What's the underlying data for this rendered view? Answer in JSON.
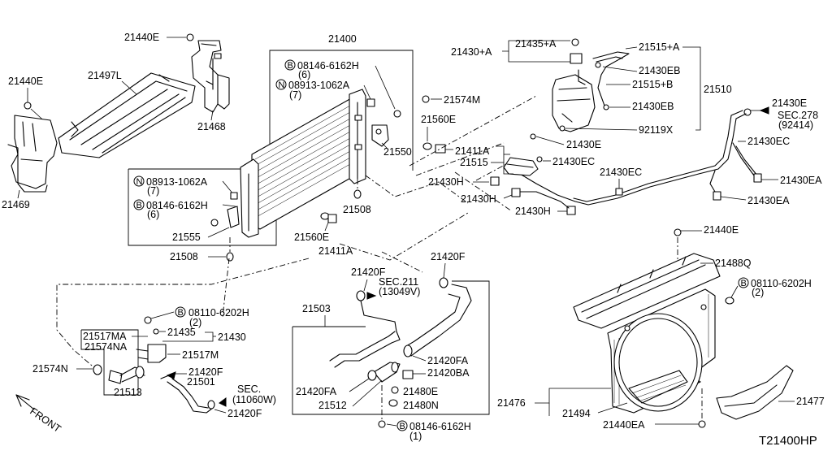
{
  "diagram_code": "T21400HP",
  "front_label": "FRONT",
  "callouts": {
    "c21440E_a": "21440E",
    "c21440E_b": "21440E",
    "c21440E_c": "21440E",
    "c21497L": "21497L",
    "c21468": "21468",
    "c21469": "21469",
    "c21400": "21400",
    "b08146_top": "08146-6162H",
    "b08146_top_qty": "(6)",
    "n08913_top": "08913-1062A",
    "n08913_top_qty": "(7)",
    "n08913_left": "08913-1062A",
    "n08913_left_qty": "(7)",
    "b08146_left": "08146-6162H",
    "b08146_left_qty": "(6)",
    "c21574M": "21574M",
    "c21560E_a": "21560E",
    "c21560E_b": "21560E",
    "c21411A_a": "21411A",
    "c21411A_b": "21411A",
    "c21550": "21550",
    "c21508_a": "21508",
    "c21508_b": "21508",
    "c21555": "21555",
    "c21430A": "21430+A",
    "c21435A": "21435+A",
    "c21515A": "21515+A",
    "c21430EB_a": "21430EB",
    "c21430EB_b": "21430EB",
    "c21515B": "21515+B",
    "c21510": "21510",
    "c92119X": "92119X",
    "c21430E_a": "21430E",
    "c21430E_b": "21430E",
    "sec278": "SEC.278",
    "sec278_sub": "(92414)",
    "c21430EC_a": "21430EC",
    "c21430EC_b": "21430EC",
    "c21430EC_c": "21430EC",
    "c21515": "21515",
    "c21430H_a": "21430H",
    "c21430H_b": "21430H",
    "c21430H_c": "21430H",
    "c21430EA_a": "21430EA",
    "c21430EA_b": "21430EA",
    "c21488Q": "21488Q",
    "b08110_right": "08110-6202H",
    "b08110_right_qty": "(2)",
    "c21420F_a": "21420F",
    "c21420F_b": "21420F",
    "c21420F_c": "21420F",
    "c21420F_d": "21420F",
    "sec211": "SEC.211",
    "sec211_sub": "(13049V)",
    "c21503": "21503",
    "c21420FA_a": "21420FA",
    "c21420FA_b": "21420FA",
    "c21420BA": "21420BA",
    "c21480E": "21480E",
    "c21480N": "21480N",
    "c21512": "21512",
    "b08146_bot": "08146-6162H",
    "b08146_bot_qty": "(1)",
    "b08110_left": "08110-6202H",
    "b08110_left_qty": "(2)",
    "c21435": "21435",
    "c21430": "21430",
    "c21517MA": "21517MA",
    "c21574NA": "21574NA",
    "c21517M": "21517M",
    "c21574N": "21574N",
    "c21501": "21501",
    "c21513": "21513",
    "sec110": "SEC.",
    "sec110_sub": "(11060W)",
    "c21476": "21476",
    "c21494": "21494",
    "c21440EA": "21440EA",
    "c21477": "21477",
    "b_symbol": "B",
    "n_symbol": "N"
  }
}
